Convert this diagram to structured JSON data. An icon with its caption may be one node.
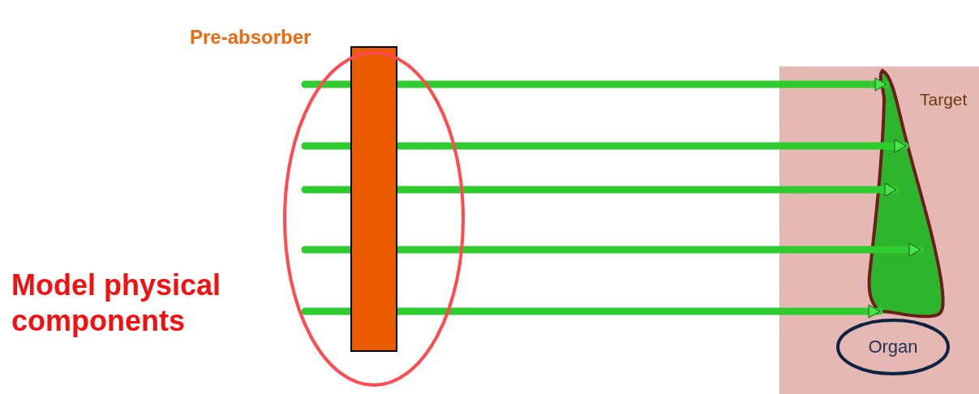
{
  "diagram": {
    "nodes": [
      {
        "text": [
          "Pre-absorber"
        ]
      },
      {
        "text": [
          "Target"
        ]
      },
      {
        "text": [
          "Organ"
        ]
      }
    ],
    "edges": [
      {
        "from": null,
        "to": 1,
        "arrow": "to"
      },
      {
        "from": null,
        "to": 1,
        "arrow": "to"
      },
      {
        "from": null,
        "to": 1,
        "arrow": "to"
      },
      {
        "from": null,
        "to": 1,
        "arrow": "to"
      },
      {
        "from": null,
        "to": 1,
        "arrow": "to"
      }
    ],
    "labels": [
      "Model physical components"
    ]
  }
}
